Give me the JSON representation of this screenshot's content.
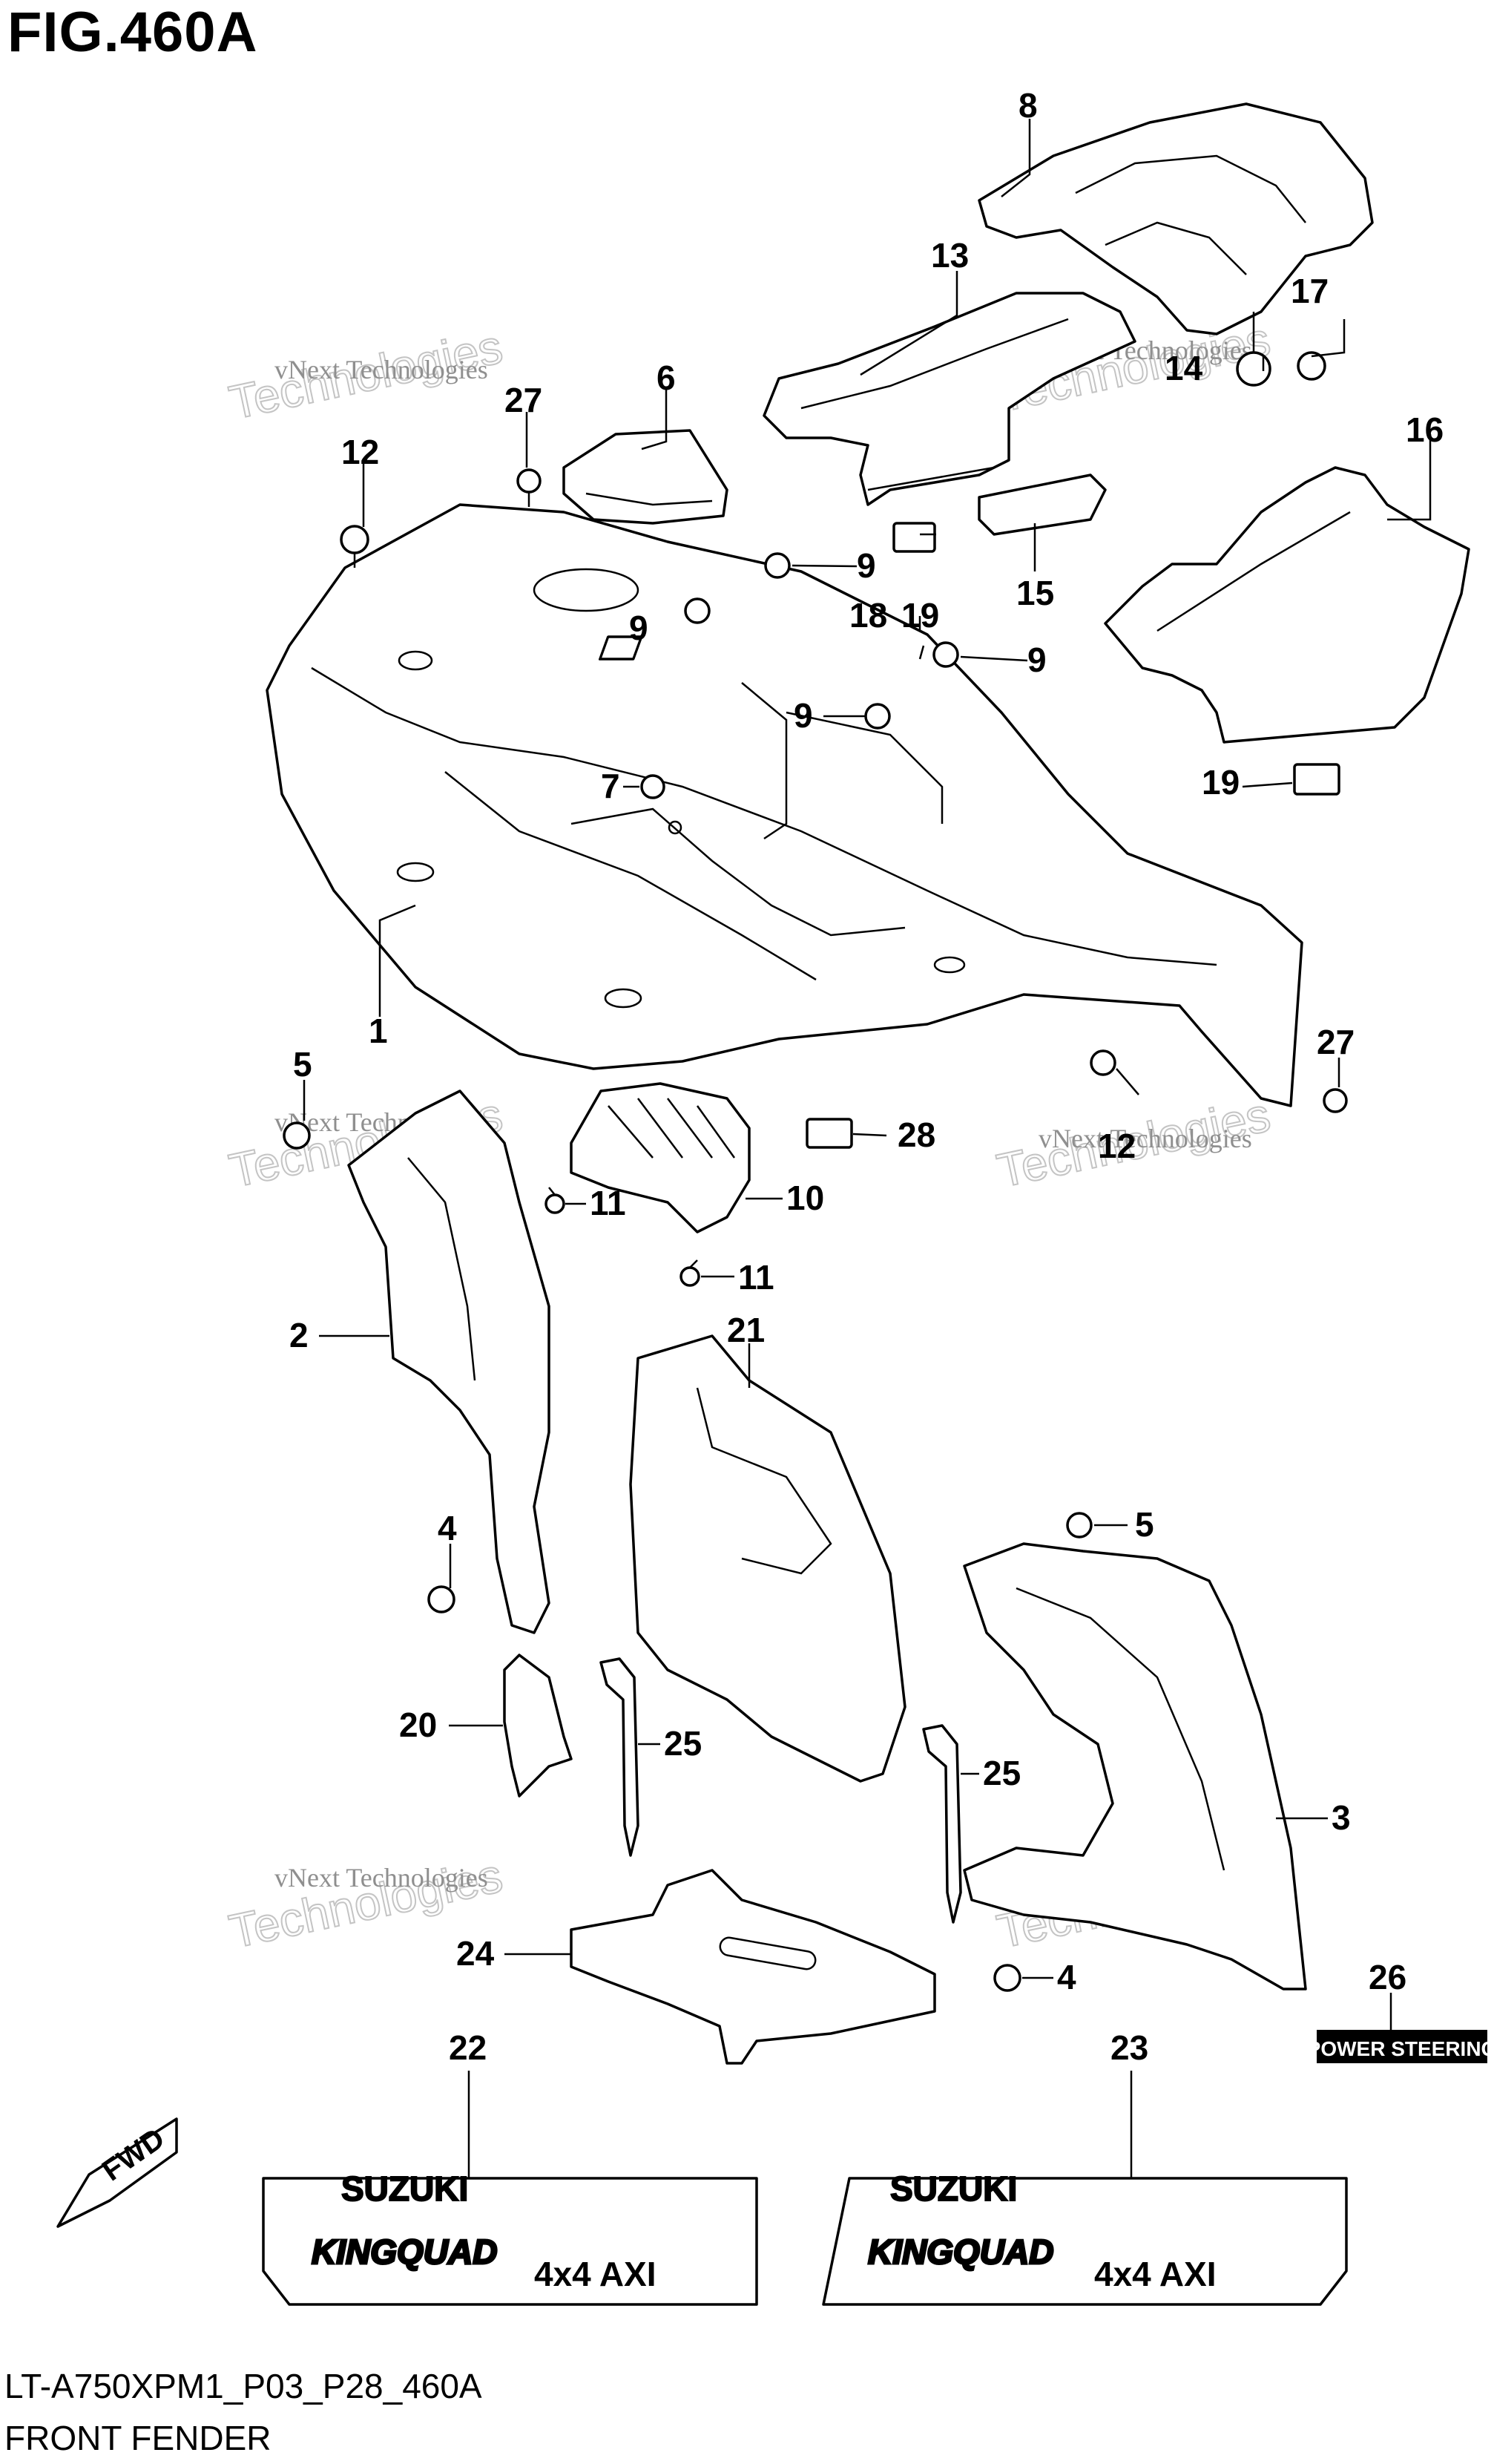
{
  "figure": {
    "title": "FIG.460A",
    "code": "LT-A750XPM1_P03_P28_460A",
    "name": "FRONT FENDER"
  },
  "watermark": {
    "line1": "vNext Technologies",
    "line2": "Technologies"
  },
  "labels": {
    "power_steering": "POWER STEERING",
    "fwd": "FWD",
    "decal_brand": "SUZUKI",
    "decal_model": "KINGQUAD",
    "decal_sub": "4x4 AXI"
  },
  "callouts": [
    {
      "id": "c1",
      "text": "1"
    },
    {
      "id": "c2",
      "text": "2"
    },
    {
      "id": "c3",
      "text": "3"
    },
    {
      "id": "c4a",
      "text": "4"
    },
    {
      "id": "c4b",
      "text": "4"
    },
    {
      "id": "c5a",
      "text": "5"
    },
    {
      "id": "c5b",
      "text": "5"
    },
    {
      "id": "c6",
      "text": "6"
    },
    {
      "id": "c7",
      "text": "7"
    },
    {
      "id": "c8",
      "text": "8"
    },
    {
      "id": "c9a",
      "text": "9"
    },
    {
      "id": "c9b",
      "text": "9"
    },
    {
      "id": "c9c",
      "text": "9"
    },
    {
      "id": "c9d",
      "text": "9"
    },
    {
      "id": "c10",
      "text": "10"
    },
    {
      "id": "c11a",
      "text": "11"
    },
    {
      "id": "c11b",
      "text": "11"
    },
    {
      "id": "c12a",
      "text": "12"
    },
    {
      "id": "c12b",
      "text": "12"
    },
    {
      "id": "c13",
      "text": "13"
    },
    {
      "id": "c14",
      "text": "14"
    },
    {
      "id": "c15",
      "text": "15"
    },
    {
      "id": "c16",
      "text": "16"
    },
    {
      "id": "c17",
      "text": "17"
    },
    {
      "id": "c18",
      "text": "18"
    },
    {
      "id": "c19a",
      "text": "19"
    },
    {
      "id": "c19b",
      "text": "19"
    },
    {
      "id": "c20",
      "text": "20"
    },
    {
      "id": "c21",
      "text": "21"
    },
    {
      "id": "c22",
      "text": "22"
    },
    {
      "id": "c23",
      "text": "23"
    },
    {
      "id": "c24",
      "text": "24"
    },
    {
      "id": "c25a",
      "text": "25"
    },
    {
      "id": "c25b",
      "text": "25"
    },
    {
      "id": "c26",
      "text": "26"
    },
    {
      "id": "c27a",
      "text": "27"
    },
    {
      "id": "c27b",
      "text": "27"
    },
    {
      "id": "c28",
      "text": "28"
    }
  ]
}
